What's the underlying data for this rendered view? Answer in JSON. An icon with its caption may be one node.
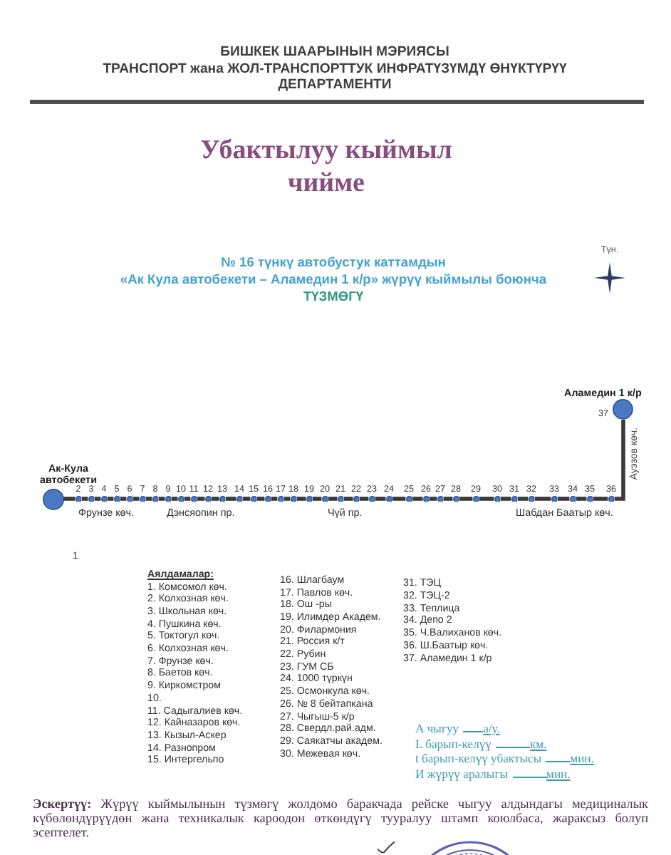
{
  "diagram": {
    "title": "Убактылуу кыймыл чийме",
    "nodes": [
      {
        "text": [],
        "shape": "circle",
        "beside": [
          "Ак-Кула автобекети"
        ]
      },
      {
        "text": [],
        "shape": "circle",
        "beside": [
          "2"
        ]
      },
      {
        "text": [],
        "shape": "circle",
        "beside": [
          "3"
        ]
      },
      {
        "text": [],
        "shape": "circle",
        "beside": [
          "4"
        ]
      },
      {
        "text": [],
        "shape": "circle",
        "beside": [
          "5"
        ]
      },
      {
        "text": [],
        "shape": "circle",
        "beside": [
          "6"
        ]
      },
      {
        "text": [],
        "shape": "circle",
        "beside": [
          "7"
        ]
      },
      {
        "text": [],
        "shape": "circle",
        "beside": [
          "8"
        ]
      },
      {
        "text": [],
        "shape": "circle",
        "beside": [
          "9"
        ]
      },
      {
        "text": [],
        "shape": "circle",
        "beside": [
          "10"
        ]
      },
      {
        "text": [],
        "shape": "circle",
        "beside": [
          "11"
        ]
      },
      {
        "text": [],
        "shape": "circle",
        "beside": [
          "12"
        ]
      },
      {
        "text": [],
        "shape": "circle",
        "beside": [
          "13"
        ]
      },
      {
        "text": [],
        "shape": "circle",
        "beside": [
          "14"
        ]
      },
      {
        "text": [],
        "shape": "circle",
        "beside": [
          "15"
        ]
      },
      {
        "text": [],
        "shape": "circle",
        "beside": [
          "16"
        ]
      },
      {
        "text": [],
        "shape": "circle",
        "beside": [
          "17"
        ]
      },
      {
        "text": [],
        "shape": "circle",
        "beside": [
          "18"
        ]
      },
      {
        "text": [],
        "shape": "circle",
        "beside": [
          "19"
        ]
      },
      {
        "text": [],
        "shape": "circle",
        "beside": [
          "20"
        ]
      },
      {
        "text": [],
        "shape": "circle",
        "beside": [
          "21"
        ]
      },
      {
        "text": [],
        "shape": "circle",
        "beside": [
          "22"
        ]
      },
      {
        "text": [],
        "shape": "circle",
        "beside": [
          "23"
        ]
      },
      {
        "text": [],
        "shape": "circle",
        "beside": [
          "24"
        ]
      },
      {
        "text": [],
        "shape": "circle",
        "beside": [
          "25"
        ]
      },
      {
        "text": [],
        "shape": "circle",
        "beside": [
          "26"
        ]
      },
      {
        "text": [],
        "shape": "circle",
        "beside": [
          "27"
        ]
      },
      {
        "text": [],
        "shape": "circle",
        "beside": [
          "28"
        ]
      },
      {
        "text": [],
        "shape": "circle",
        "beside": [
          "29"
        ]
      },
      {
        "text": [],
        "shape": "circle",
        "beside": [
          "30"
        ]
      },
      {
        "text": [],
        "shape": "circle",
        "beside": [
          "31"
        ]
      },
      {
        "text": [],
        "shape": "circle",
        "beside": [
          "32"
        ]
      },
      {
        "text": [],
        "shape": "circle",
        "beside": [
          "33"
        ]
      },
      {
        "text": [],
        "shape": "circle",
        "beside": [
          "34"
        ]
      },
      {
        "text": [],
        "shape": "circle",
        "beside": [
          "35"
        ]
      },
      {
        "text": [],
        "shape": "circle",
        "beside": [
          "36"
        ]
      },
      {
        "text": [],
        "shape": "circle",
        "beside": [
          "Аламедин 1 к/р",
          "37"
        ]
      }
    ],
    "edges": [
      {
        "from": 0,
        "to": 1,
        "arrow": "none"
      },
      {
        "from": 1,
        "to": 2,
        "arrow": "none"
      },
      {
        "from": 2,
        "to": 3,
        "arrow": "none"
      },
      {
        "from": 3,
        "to": 4,
        "arrow": "none"
      },
      {
        "from": 4,
        "to": 5,
        "arrow": "none"
      },
      {
        "from": 5,
        "to": 6,
        "arrow": "none"
      },
      {
        "from": 6,
        "to": 7,
        "arrow": "none"
      },
      {
        "from": 7,
        "to": 8,
        "arrow": "none"
      },
      {
        "from": 8,
        "to": 9,
        "arrow": "none"
      },
      {
        "from": 9,
        "to": 10,
        "arrow": "none"
      },
      {
        "from": 10,
        "to": 11,
        "arrow": "none"
      },
      {
        "from": 11,
        "to": 12,
        "arrow": "none"
      },
      {
        "from": 12,
        "to": 13,
        "arrow": "none"
      },
      {
        "from": 13,
        "to": 14,
        "arrow": "none"
      },
      {
        "from": 14,
        "to": 15,
        "arrow": "none"
      },
      {
        "from": 15,
        "to": 16,
        "arrow": "none"
      },
      {
        "from": 16,
        "to": 17,
        "arrow": "none"
      },
      {
        "from": 17,
        "to": 18,
        "arrow": "none"
      },
      {
        "from": 18,
        "to": 19,
        "arrow": "none"
      },
      {
        "from": 19,
        "to": 20,
        "arrow": "none"
      },
      {
        "from": 20,
        "to": 21,
        "arrow": "none"
      },
      {
        "from": 21,
        "to": 22,
        "arrow": "none"
      },
      {
        "from": 22,
        "to": 23,
        "arrow": "none"
      },
      {
        "from": 23,
        "to": 24,
        "arrow": "none"
      },
      {
        "from": 24,
        "to": 25,
        "arrow": "none"
      },
      {
        "from": 25,
        "to": 26,
        "arrow": "none"
      },
      {
        "from": 26,
        "to": 27,
        "arrow": "none"
      },
      {
        "from": 27,
        "to": 28,
        "arrow": "none"
      },
      {
        "from": 28,
        "to": 29,
        "arrow": "none"
      },
      {
        "from": 29,
        "to": 30,
        "arrow": "none"
      },
      {
        "from": 30,
        "to": 31,
        "arrow": "none"
      },
      {
        "from": 31,
        "to": 32,
        "arrow": "none"
      },
      {
        "from": 32,
        "to": 33,
        "arrow": "none"
      },
      {
        "from": 33,
        "to": 34,
        "arrow": "none"
      },
      {
        "from": 34,
        "to": 35,
        "arrow": "none"
      },
      {
        "from": 35,
        "to": 36,
        "arrow": "none"
      }
    ],
    "labels": [
      "БИШКЕК ШААРЫНЫН МЭРИЯСЫ",
      "ТРАНСПОРТ жана ЖОЛ-ТРАНСПОРТТУК ИНФРАТҮЗҮМДҮ ӨНҮКТҮРҮҮ ДЕПАРТАМЕНТИ",
      "Түн.",
      "№ 16 түнкү автобустук каттамдын «Ак Кула автобекети – Аламедин 1 к/р» жүрүү кыймылы боюнча",
      "ТҮЗМӨГҮ",
      "Ауэзов көч.",
      "Фрунзе көч.",
      "Дэнсяопин пр.",
      "Чүй пр.",
      "Шабдан Баатыр көч.",
      "1",
      "Аялдамалар:",
      "1. Комсомол көч.",
      "2. Колхозная көч.",
      "3. Школьная көч.",
      "4. Пушкина көч.",
      "5. Токтогул көч.",
      "6. Колхозная көч.",
      "7. Фрунзе көч.",
      "8. Баетов көч.",
      "9. Киркомстром",
      "10.",
      "11. Садыгалиев көч.",
      "12. Кайназаров көч.",
      "13. Кызыл-Аскер",
      "14. Разнопром",
      "15. Интергельпо",
      "16. Шлагбаум",
      "17. Павлов көч.",
      "18. Ош -ры",
      "19. Илимдер Академ.",
      "20. Филармония",
      "21. Россия к/т",
      "22. Рубин",
      "23. ГУМ СБ",
      "24. 1000 түркүн",
      "25. Осмонкула көч.",
      "26. № 8 бейтапкана",
      "27. Чыгыш-5 к/р",
      "28. Свердл.рай.адм.",
      "29. Саякатчы академ.",
      "30. Межевая көч.",
      "31. ТЭЦ",
      "32. ТЭЦ-2",
      "33. Теплица",
      "34. Депо 2",
      "35. Ч.Валиханов көч.",
      "36. Ш.Баатыр көч.",
      "37. Аламедин 1 к/р",
      "А чыгуу",
      "а/у.",
      "L барып-келүү",
      "км.",
      "t барып-келүү убактысы",
      "мин.",
      "И жүрүү аралыгы",
      "мин.",
      "**Эскертүү:** Жүрүү кыймылынын түзмөгү жолдомо баракчада рейске чыгуу алдындагы медициналык күбөлөндүрүүдөн жана техникалык кароодон өткөндүгү тууралуу штамп коюлбаса, жараксыз болуп эсептелет."
    ]
  }
}
